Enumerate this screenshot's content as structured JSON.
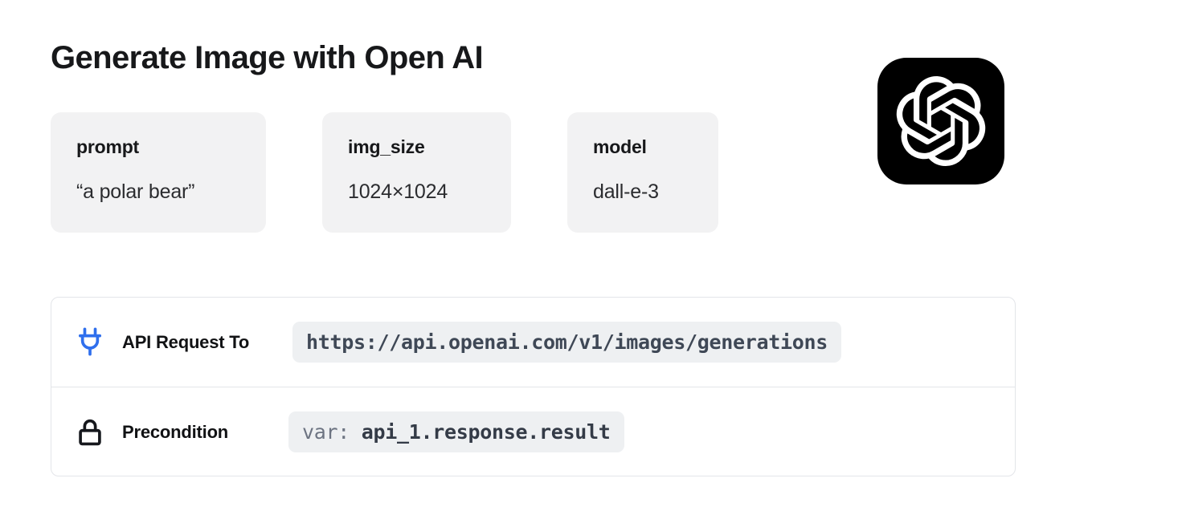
{
  "header": {
    "title": "Generate Image with Open AI",
    "logo_icon": "openai-logo-icon"
  },
  "params": [
    {
      "key": "prompt",
      "value": "“a polar bear”"
    },
    {
      "key": "img_size",
      "value": "1024×1024"
    },
    {
      "key": "model",
      "value": "dall-e-3"
    }
  ],
  "details": {
    "api_request": {
      "icon": "plug-icon",
      "icon_color": "#2f6fed",
      "label": "API Request To",
      "url": "https://api.openai.com/v1/images/generations"
    },
    "precondition": {
      "icon": "lock-icon",
      "icon_color": "#16181d",
      "label": "Precondition",
      "var_prefix": "var:",
      "var_value": "api_1.response.result"
    }
  },
  "colors": {
    "background": "#ffffff",
    "param_card_bg": "#f2f2f3",
    "chip_bg": "#eef0f2",
    "card_border": "#e3e5e9",
    "accent_blue": "#2f6fed",
    "text_primary": "#17181a"
  }
}
